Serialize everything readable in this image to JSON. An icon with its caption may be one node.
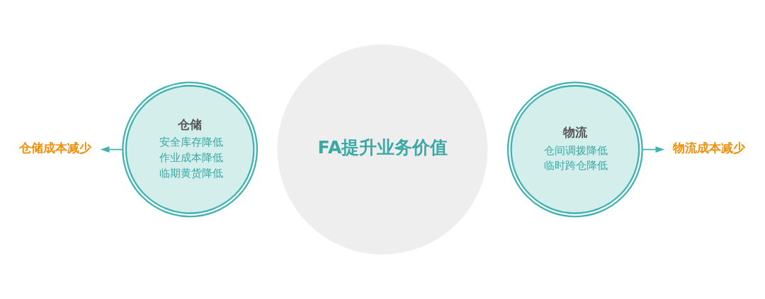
{
  "diagram": {
    "nodes": [
      {
        "text": [
          "FA提升业务价值"
        ]
      },
      {
        "text": [
          "仓储",
          "安全库存降低",
          "作业成本降低",
          "临期黄货降低"
        ]
      },
      {
        "text": [
          "物流",
          "仓间调拨降低",
          "临时跨仓降低"
        ]
      },
      {
        "text": [
          "仓储成本减少"
        ]
      },
      {
        "text": [
          "物流成本减少"
        ]
      }
    ],
    "edges": [
      {
        "from": 1,
        "to": 3,
        "arrow": "to"
      },
      {
        "from": 2,
        "to": 4,
        "arrow": "to"
      }
    ]
  }
}
